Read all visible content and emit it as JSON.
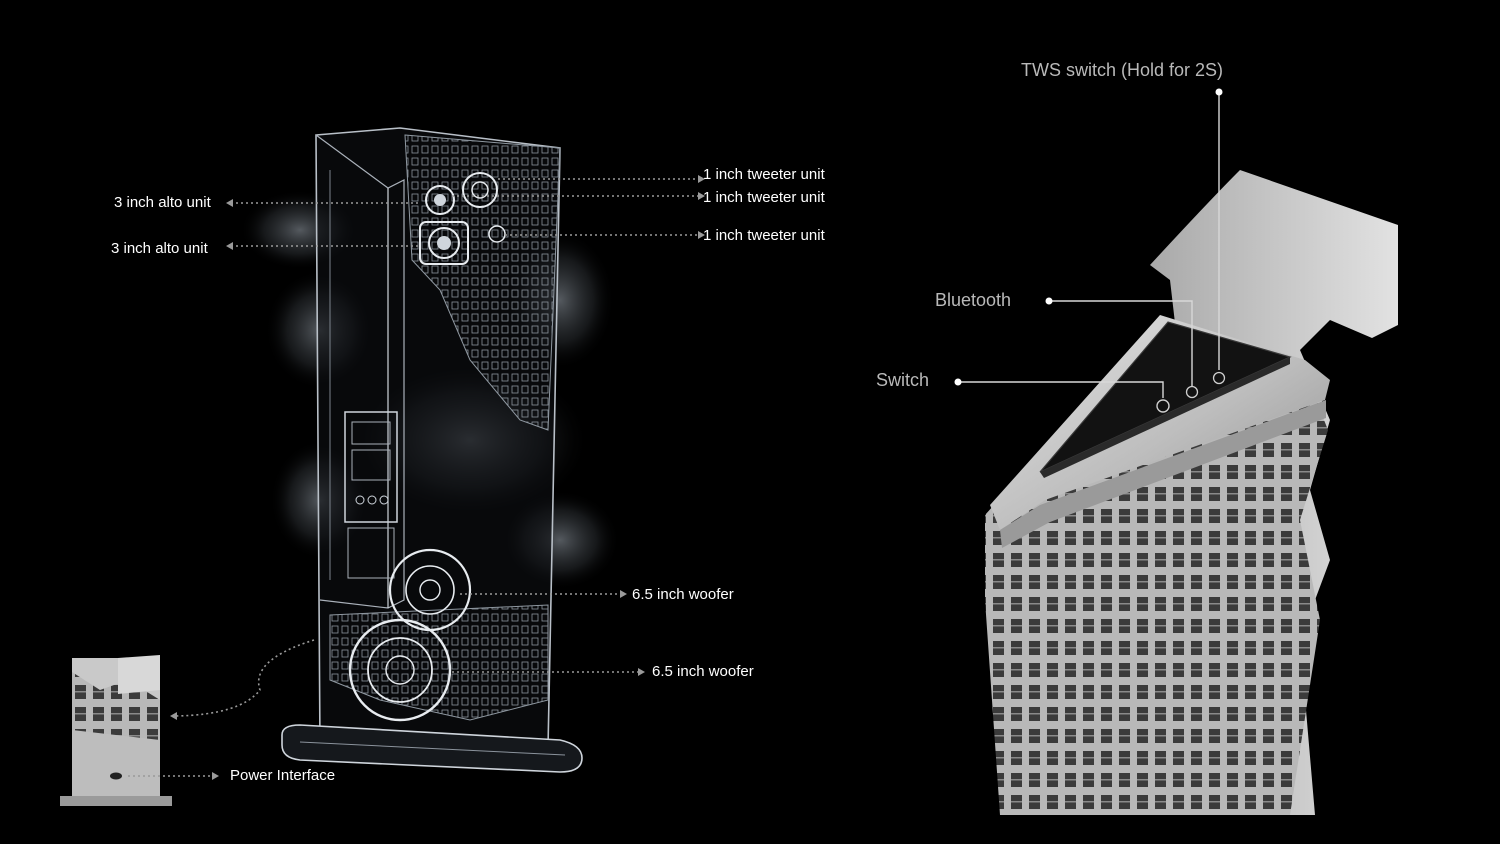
{
  "exploded_view": {
    "labels": {
      "tweeter_1": "1 inch tweeter unit",
      "tweeter_2": "1 inch tweeter unit",
      "tweeter_3": "1 inch tweeter unit",
      "alto_1": "3 inch alto unit",
      "alto_2": "3 inch alto unit",
      "woofer_1": "6.5 inch woofer",
      "woofer_2": "6.5 inch woofer",
      "power": "Power Interface"
    }
  },
  "top_panel": {
    "labels": {
      "tws": "TWS switch (Hold for 2S)",
      "bluetooth": "Bluetooth",
      "switch": "Switch"
    }
  },
  "colors": {
    "background": "#000000",
    "label_white": "#ffffff",
    "label_grey": "#b9b9b9",
    "leader_dotted": "#9a9a9a",
    "leader_solid": "#d8d8d8",
    "stone": "#cfcfcf"
  }
}
